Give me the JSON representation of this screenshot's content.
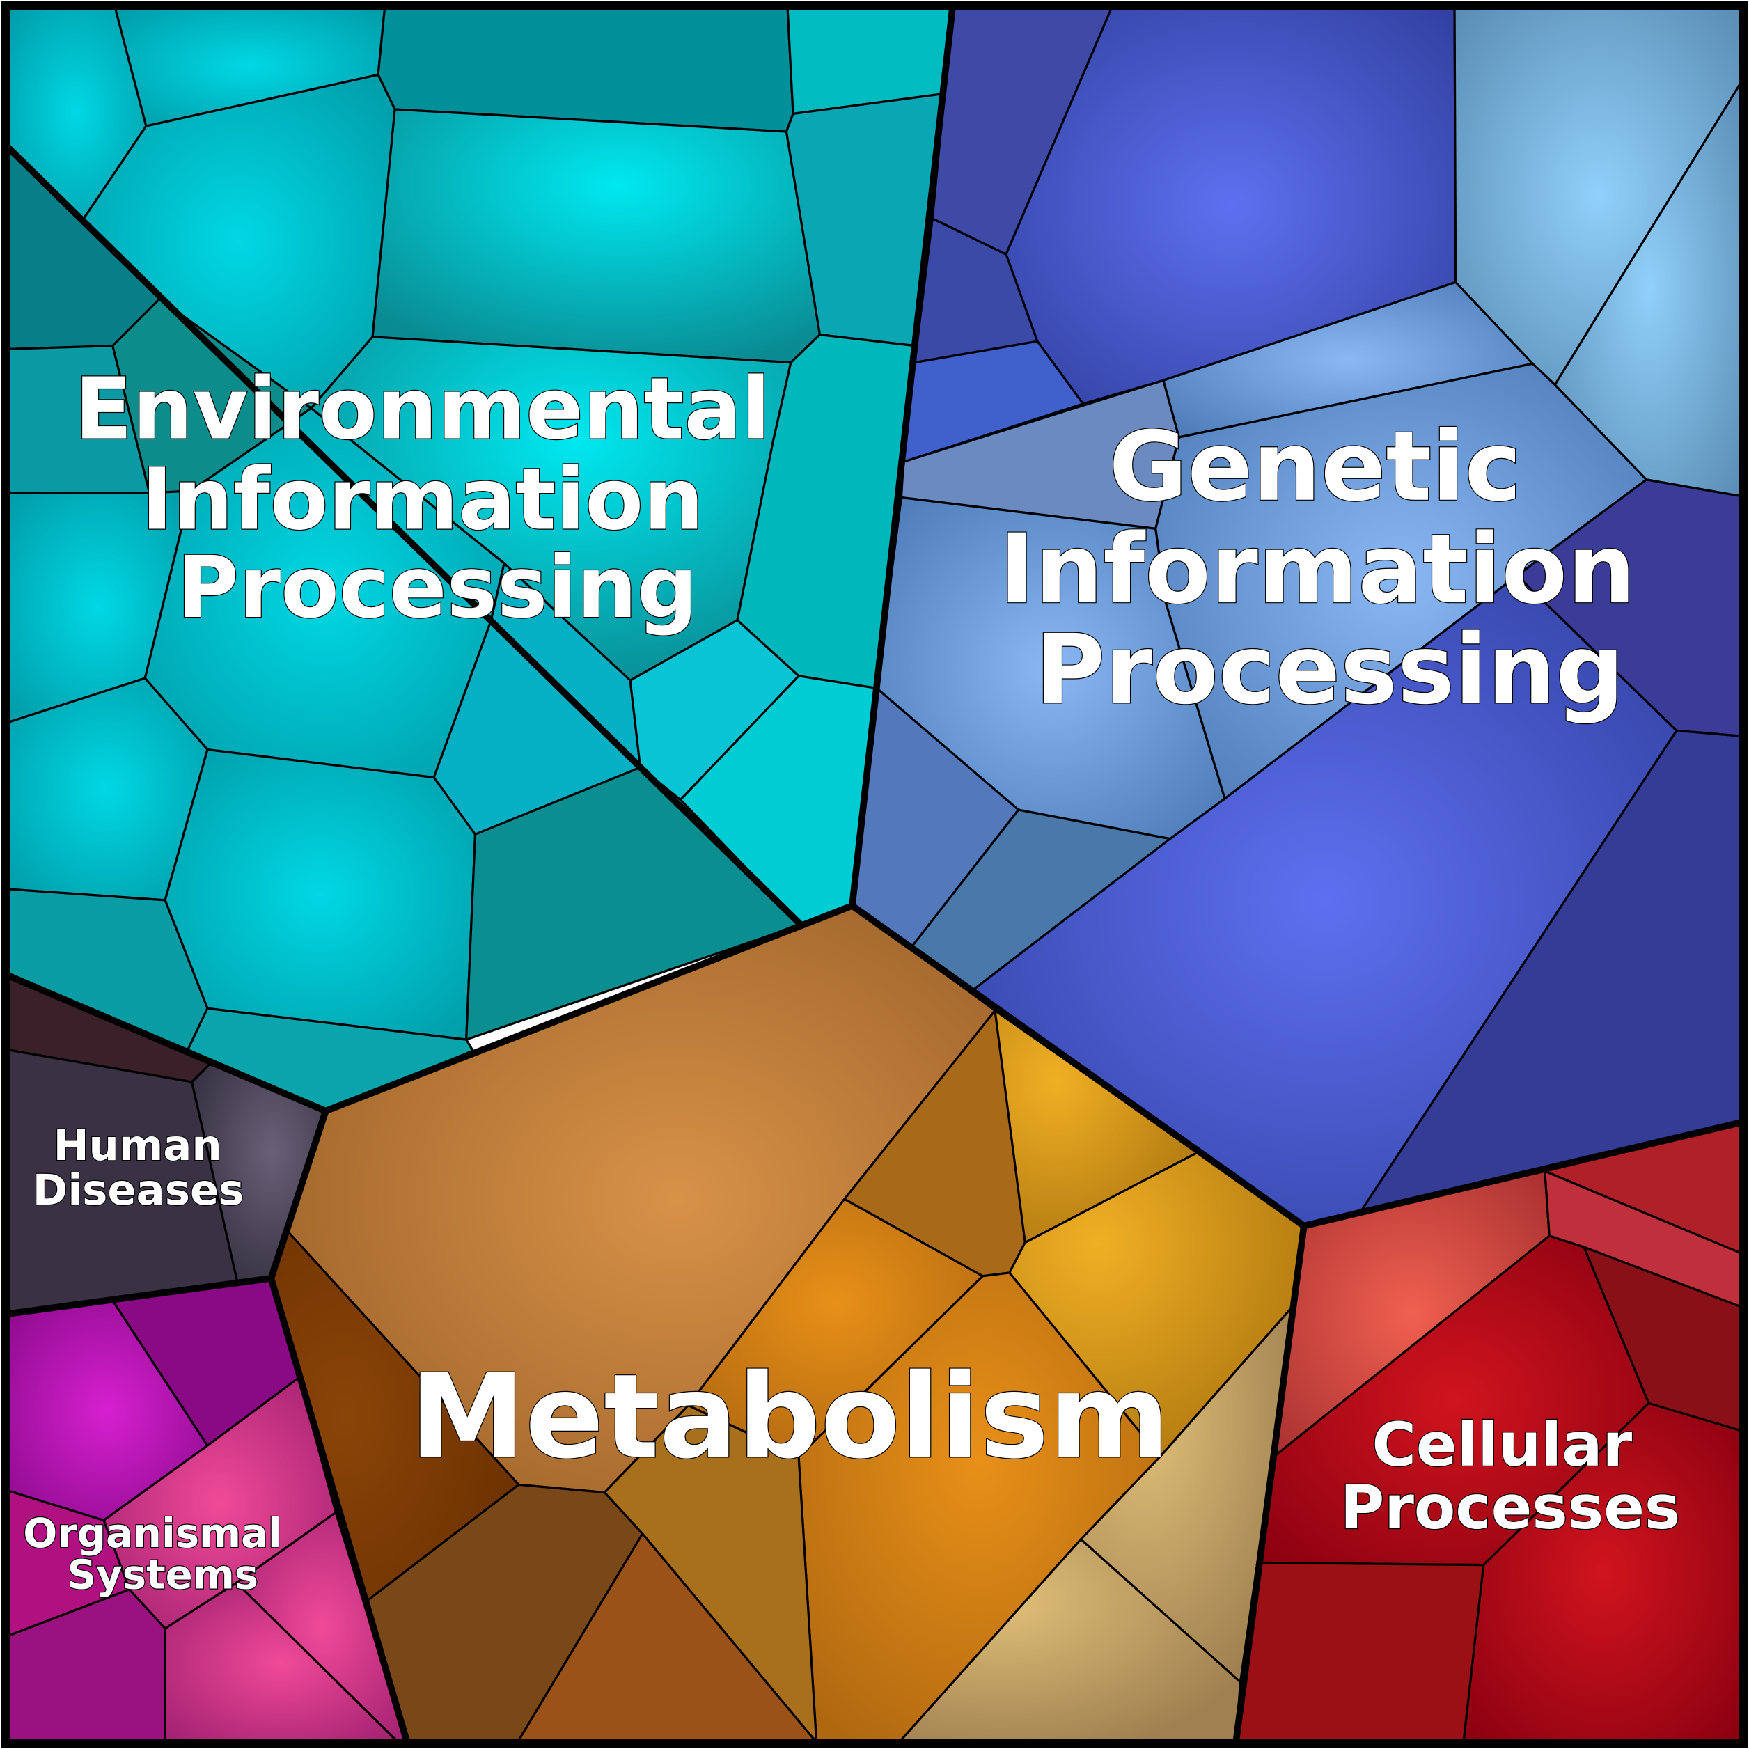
{
  "regions": [
    {
      "id": "environmental",
      "label_lines": [
        "Environmental",
        "Information",
        "Processing"
      ],
      "color": "#00c8d4"
    },
    {
      "id": "genetic",
      "label_lines": [
        "Genetic",
        "Information",
        "Processing"
      ],
      "color": "#4a5cc8"
    },
    {
      "id": "metabolism",
      "label_lines": [
        "Metabolism"
      ],
      "color": "#c8842c"
    },
    {
      "id": "human",
      "label_lines": [
        "Human",
        "Diseases"
      ],
      "color": "#3e3848"
    },
    {
      "id": "organismal",
      "label_lines": [
        "Organismal",
        "Systems"
      ],
      "color": "#c01aa0"
    },
    {
      "id": "cellular",
      "label_lines": [
        "Cellular",
        "Processes"
      ],
      "color": "#b0101c"
    }
  ]
}
